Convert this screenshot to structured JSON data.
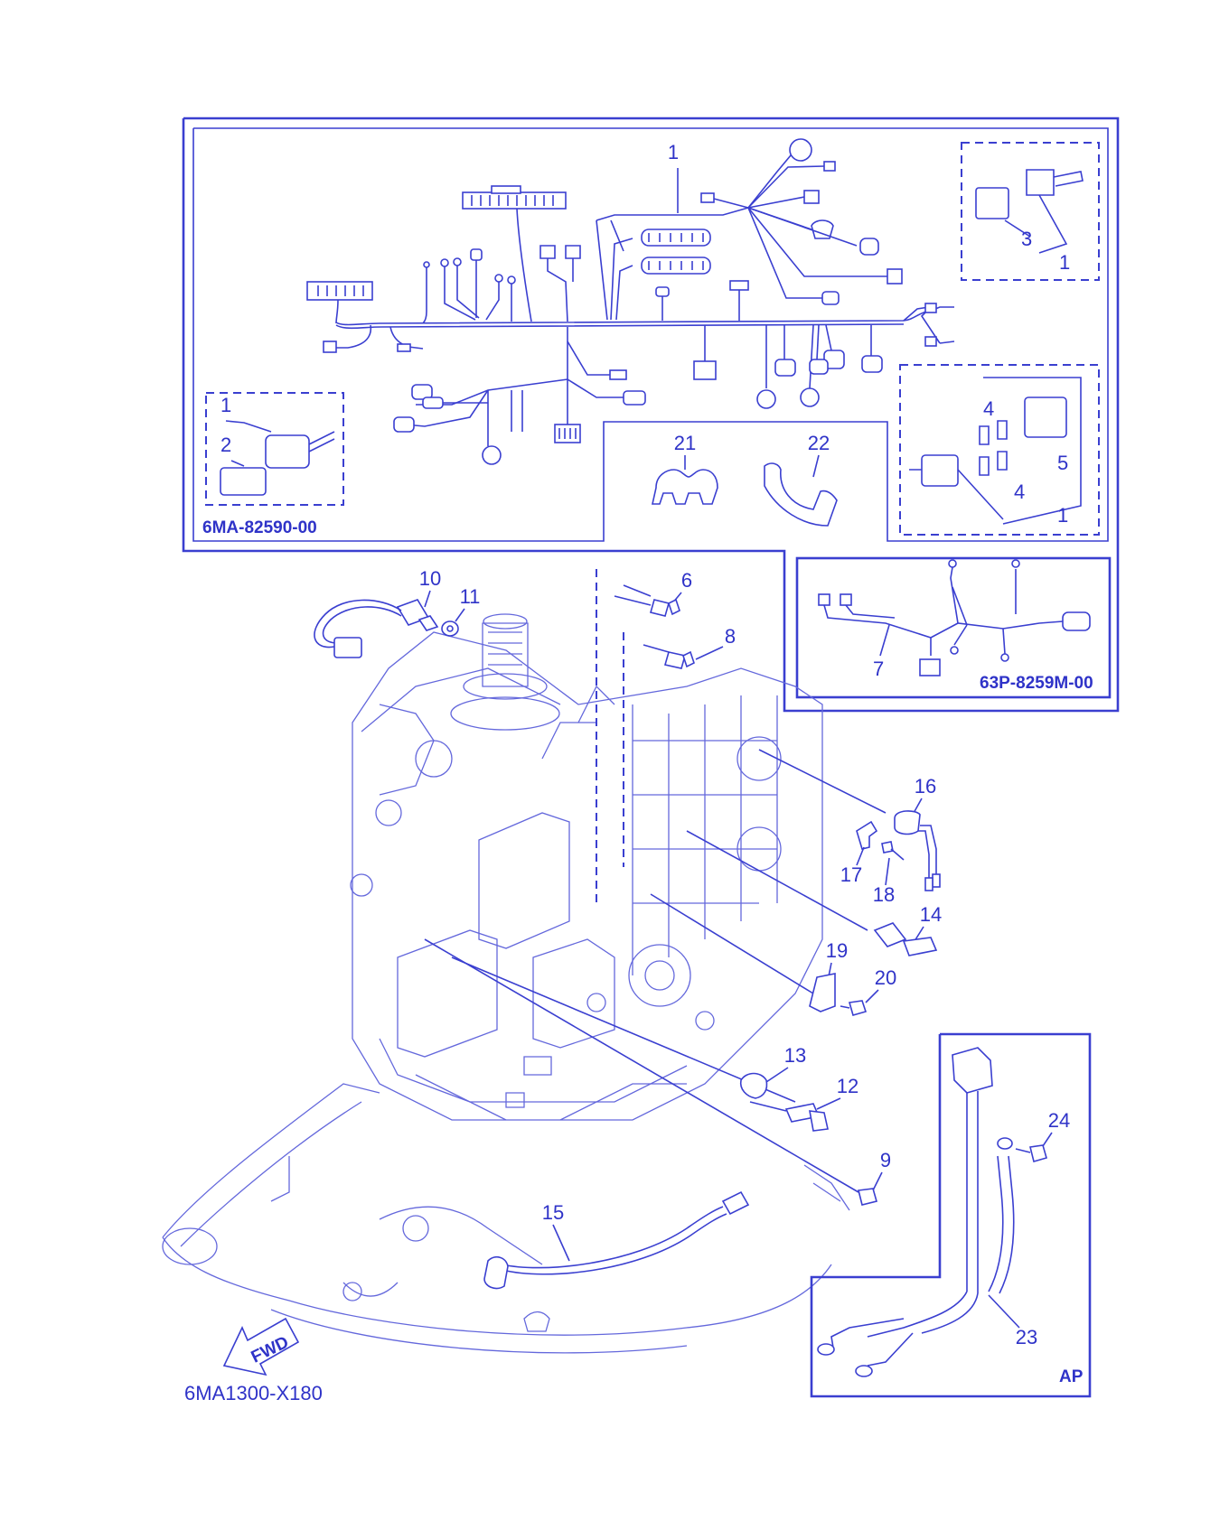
{
  "diagram_code": "6MA1300-X180",
  "fwd_label": "FWD",
  "ap_label": "AP",
  "kit_codes": {
    "main_harness": "6MA-82590-00",
    "sub_harness": "63P-8259M-00"
  },
  "callouts": {
    "c1_top": "1",
    "c1_kit_a": "1",
    "c1_kit_b": "1",
    "c1_kit_c": "1",
    "c2": "2",
    "c3": "3",
    "c4a": "4",
    "c4b": "4",
    "c5": "5",
    "c6": "6",
    "c7": "7",
    "c8": "8",
    "c9": "9",
    "c10": "10",
    "c11": "11",
    "c12": "12",
    "c13": "13",
    "c14": "14",
    "c15": "15",
    "c16": "16",
    "c17": "17",
    "c18": "18",
    "c19": "19",
    "c20": "20",
    "c21": "21",
    "c22": "22",
    "c23": "23",
    "c24": "24"
  },
  "colors": {
    "line": "#3a3fd0",
    "text": "#2f33c8",
    "background": "#ffffff"
  }
}
